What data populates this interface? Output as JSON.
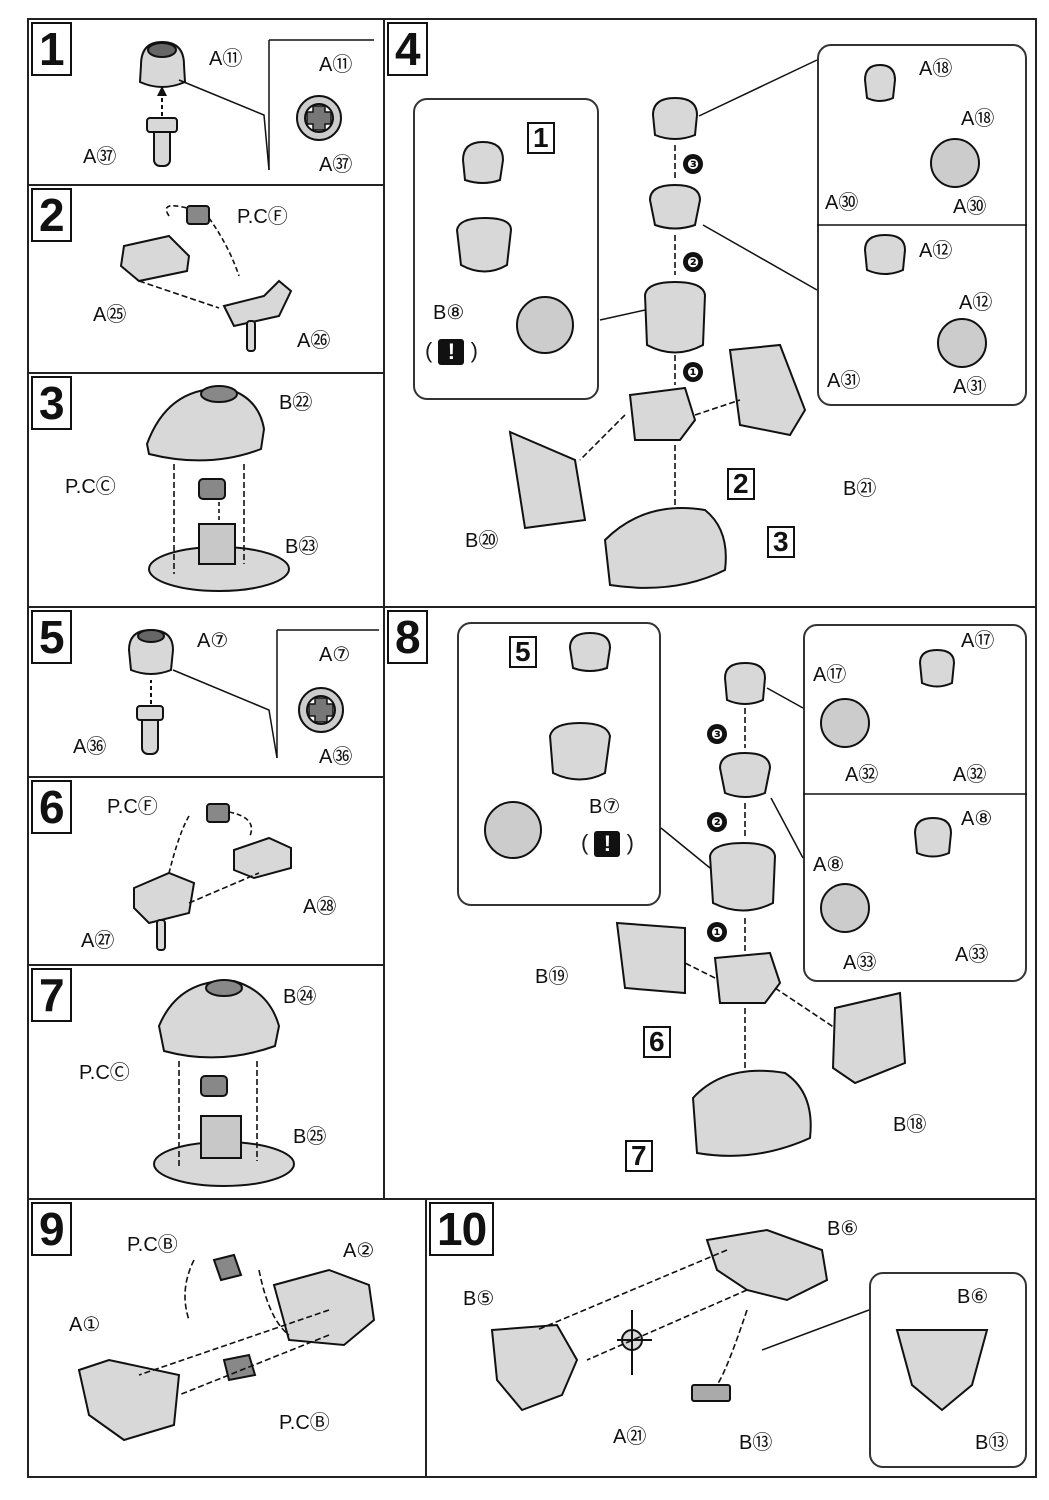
{
  "steps": [
    {
      "number": "1",
      "labels": [
        "A⑪",
        "A㊲",
        "A⑪",
        "A㊲"
      ]
    },
    {
      "number": "2",
      "labels": [
        "P.CⒻ",
        "A㉕",
        "A㉖"
      ]
    },
    {
      "number": "3",
      "labels": [
        "B㉒",
        "P.CⒸ",
        "B㉓"
      ]
    },
    {
      "number": "4",
      "labels": [
        "B⑧",
        "A⑱",
        "A⑱",
        "A㉚",
        "A㉚",
        "A⑫",
        "A⑫",
        "A㉛",
        "A㉛",
        "B㉑",
        "B⑳"
      ],
      "refs": [
        "1",
        "2",
        "3"
      ],
      "order": [
        "❸",
        "❷",
        "❶"
      ],
      "warning": "!"
    },
    {
      "number": "5",
      "labels": [
        "A⑦",
        "A⑦",
        "A㊱",
        "A㊱"
      ]
    },
    {
      "number": "6",
      "labels": [
        "P.CⒻ",
        "A㉘",
        "A㉗"
      ]
    },
    {
      "number": "7",
      "labels": [
        "B㉔",
        "P.CⒸ",
        "B㉕"
      ]
    },
    {
      "number": "8",
      "labels": [
        "B⑦",
        "A⑰",
        "A⑰",
        "A㉜",
        "A㉜",
        "A⑧",
        "A⑧",
        "A㉝",
        "A㉝",
        "B⑲",
        "B⑱"
      ],
      "refs": [
        "5",
        "6",
        "7"
      ],
      "order": [
        "❸",
        "❷",
        "❶"
      ],
      "warning": "!"
    },
    {
      "number": "9",
      "labels": [
        "P.CⒷ",
        "A②",
        "A①",
        "P.CⒷ"
      ]
    },
    {
      "number": "10",
      "labels": [
        "B⑥",
        "B⑤",
        "B⑥",
        "A㉑",
        "B⑬",
        "B⑬"
      ]
    }
  ],
  "colors": {
    "ink": "#1a1a1a",
    "part_fill": "#d8d8d8",
    "part_dark": "#555555",
    "paper": "#ffffff"
  }
}
